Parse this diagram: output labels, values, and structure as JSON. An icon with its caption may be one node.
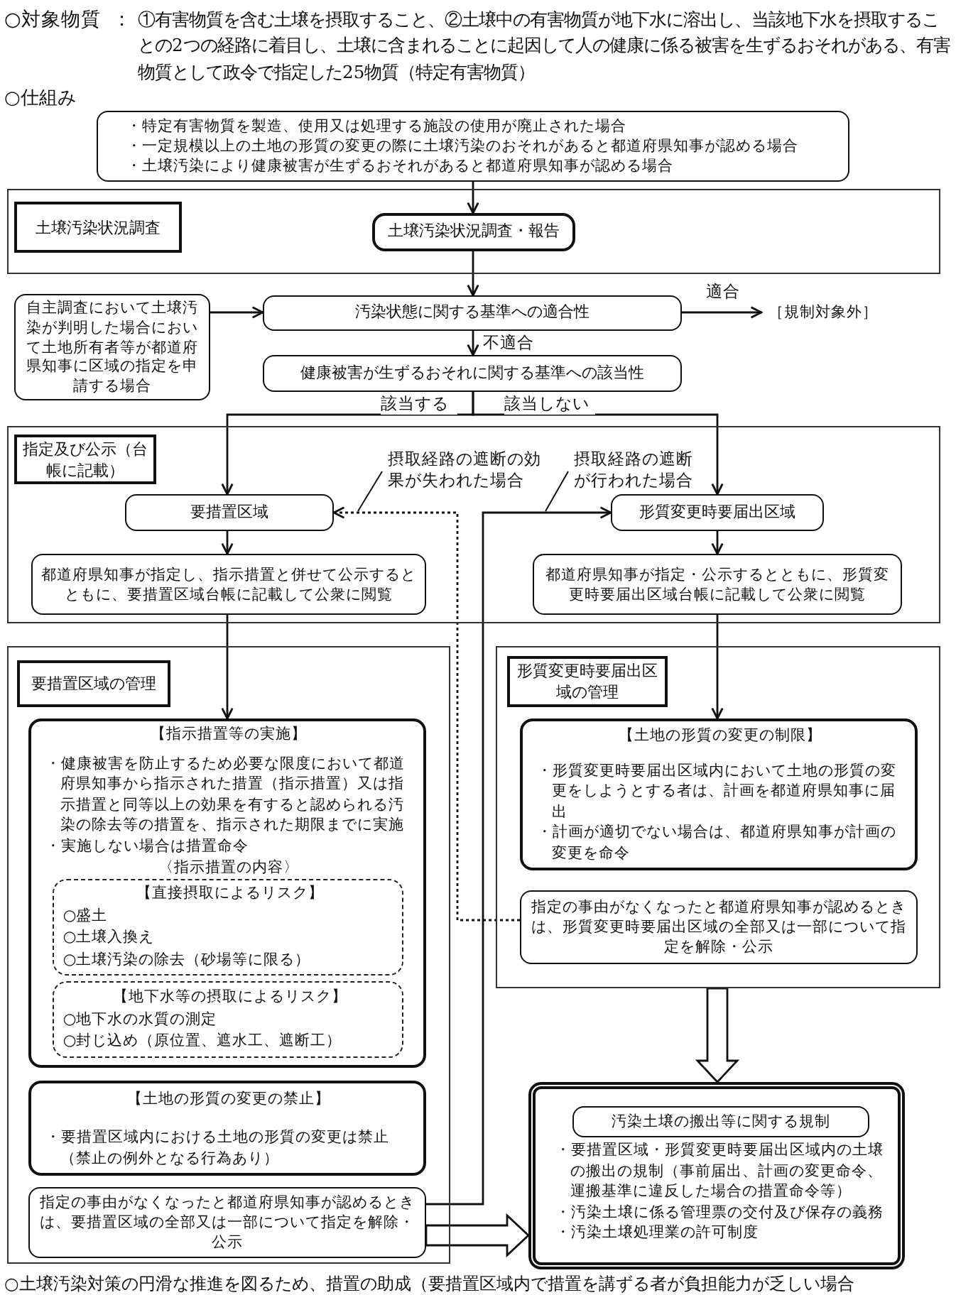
{
  "diagram": {
    "nodes": [
      {
        "text": [
          "・特定有害物質を製造、使用又は処理する施設の使用が廃止された場合",
          "・一定規模以上の土地の形質の変更の際に土壌汚染のおそれがあると都道府県知事が認める場合",
          "・土壌汚染により健康被害が生ずるおそれがあると都道府県知事が認める場合"
        ]
      },
      {
        "text": [
          "土壌汚染状況調査"
        ]
      },
      {
        "text": [
          "土壌汚染状況調査・報告"
        ],
        "in": 1
      },
      {
        "text": [
          "自主調査において土壌汚染が判明した場合において土地所有者等が都道府県知事に区域の指定を申請する場合"
        ]
      },
      {
        "text": [
          "汚染状態に関する基準への適合性"
        ]
      },
      {
        "text": [
          "［規制対象外］"
        ]
      },
      {
        "text": [
          "健康被害が生ずるおそれに関する基準への該当性"
        ]
      },
      {
        "text": [
          "指定及び公示（台帳に記載）"
        ]
      },
      {
        "text": [
          "要措置区域"
        ],
        "in": 7
      },
      {
        "text": [
          "都道府県知事が指定し、指示措置と併せて公示するとともに、要措置区域台帳に記載して公衆に閲覧"
        ],
        "in": 7
      },
      {
        "text": [
          "形質変更時要届出区域"
        ],
        "in": 7
      },
      {
        "text": [
          "都道府県知事が指定・公示するとともに、形質変更時要届出区域台帳に記載して公衆に閲覧"
        ],
        "in": 7
      },
      {
        "text": [
          "要措置区域の管理"
        ]
      },
      {
        "text": [
          "【指示措置等の実施】",
          "・健康被害を防止するため必要な限度において都道府県知事から指示された措置（指示措置）又は指示措置と同等以上の効果を有すると認められる汚染の除去等の措置を、指示された期限までに実施",
          "・実施しない場合は措置命令",
          "〈指示措置の内容〉"
        ],
        "in": 12
      },
      {
        "text": [
          "【直接摂取によるリスク】",
          "○盛土",
          "○土壌入換え",
          "○土壌汚染の除去（砂場等に限る）"
        ],
        "in": 13
      },
      {
        "text": [
          "【地下水等の摂取によるリスク】",
          "○地下水の水質の測定",
          "○封じ込め（原位置、遮水工、遮断工）"
        ],
        "in": 13
      },
      {
        "text": [
          "【土地の形質の変更の禁止】",
          "・要措置区域内における土地の形質の変更は禁止（禁止の例外となる行為あり）"
        ],
        "in": 12
      },
      {
        "text": [
          "指定の事由がなくなったと都道府県知事が認めるときは、要措置区域の全部又は一部について指定を解除・公示"
        ],
        "in": 12
      },
      {
        "text": [
          "形質変更時要届出区域の管理"
        ]
      },
      {
        "text": [
          "【土地の形質の変更の制限】",
          "・形質変更時要届出区域内において土地の形質の変更をしようとする者は、計画を都道府県知事に届出",
          "・計画が適切でない場合は、都道府県知事が計画の変更を命令"
        ],
        "in": 18
      },
      {
        "text": [
          "指定の事由がなくなったと都道府県知事が認めるときは、形質変更時要届出区域の全部又は一部について指定を解除・公示"
        ],
        "in": 18
      },
      {
        "text": [
          "・要措置区域・形質変更時要届出区域内の土壌の搬出の規制（事前届出、計画の変更命令、運搬基準に違反した場合の措置命令等）",
          "・汚染土壌に係る管理票の交付及び保存の義務",
          "・汚染土壌処理業の許可制度"
        ]
      },
      {
        "text": [
          "汚染土壌の搬出等に関する規制"
        ],
        "in": 21
      }
    ],
    "edges": [
      {
        "from": 0,
        "to": 2,
        "arrow": "to"
      },
      {
        "from": 2,
        "to": 4,
        "arrow": "to"
      },
      {
        "from": 3,
        "to": 4,
        "arrow": "to"
      },
      {
        "from": 4,
        "to": 5,
        "arrow": "to",
        "label": "適合"
      },
      {
        "from": 4,
        "to": 6,
        "arrow": "to",
        "label": "不適合"
      },
      {
        "from": 6,
        "to": 8,
        "arrow": "to",
        "label": "該当する"
      },
      {
        "from": 6,
        "to": 10,
        "arrow": "to",
        "label": "該当しない"
      },
      {
        "from": 8,
        "to": 9,
        "arrow": "to"
      },
      {
        "from": 10,
        "to": 11,
        "arrow": "to"
      },
      {
        "from": 9,
        "to": 13,
        "arrow": "to"
      },
      {
        "from": 11,
        "to": 19,
        "arrow": "to"
      },
      {
        "from": 20,
        "to": 8,
        "arrow": "to",
        "style": "dashed",
        "label": "摂取経路の遮断の効果が失われた場合"
      },
      {
        "from": 17,
        "to": 10,
        "arrow": "to",
        "label": "摂取経路の遮断が行われた場合"
      },
      {
        "from": 18,
        "to": 21,
        "arrow": "to",
        "style": "thick"
      },
      {
        "from": 17,
        "to": 21,
        "arrow": "to",
        "style": "thick"
      }
    ],
    "labels": [
      "○対象物質",
      "：",
      "①有害物質を含む土壌を摂取すること、②土壌中の有害物質が地下水に溶出し、当該地下水を摂取することの2つの経路に着目し、土壌に含まれることに起因して人の健康に係る被害を生ずるおそれがある、有害物質として政令で指定した25物質（特定有害物質）",
      "○仕組み",
      "○土壌汚染対策の円滑な推進を図るため、措置の助成（要措置区域内で措置を講ずる者が負担能力が乏しい場合"
    ]
  }
}
